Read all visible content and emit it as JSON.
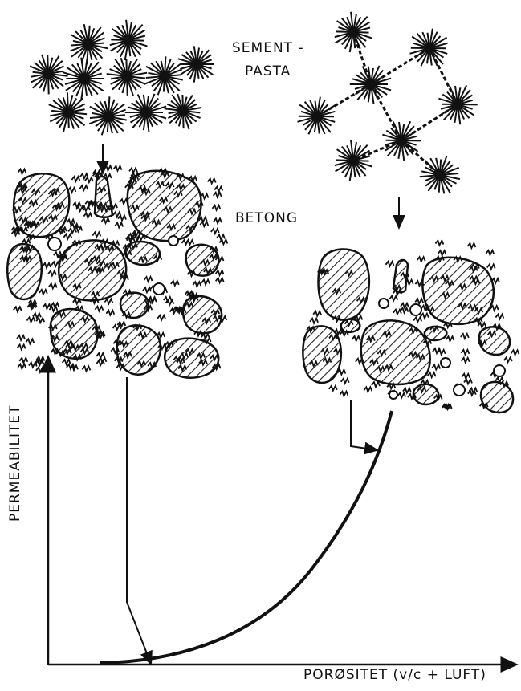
{
  "labels": {
    "cement_paste_line1": "SEMENT -",
    "cement_paste_line2": "PASTA",
    "concrete": "BETONG",
    "x_axis": "PORØSITET (v/c + LUFT)",
    "y_axis": "PERMEABILITET"
  },
  "colors": {
    "ink": "#111111",
    "background": "#ffffff",
    "hatch": "#222222"
  }
}
